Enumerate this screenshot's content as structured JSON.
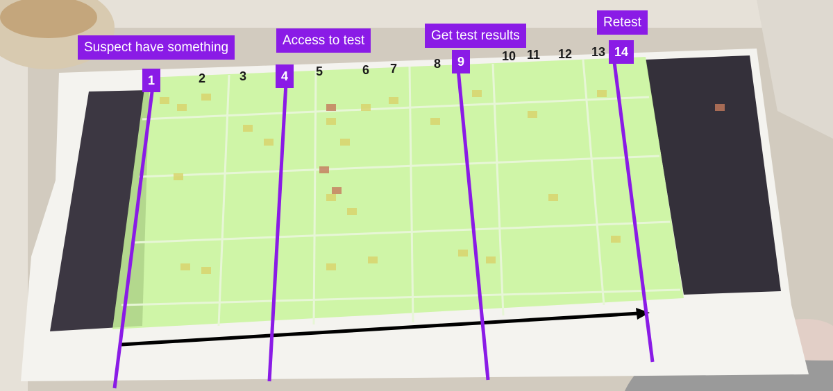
{
  "labels": {
    "suspect": "Suspect have something",
    "access": "Access to test",
    "results": "Get test results",
    "retest": "Retest"
  },
  "steps": {
    "s1": "1",
    "s2": "2",
    "s3": "3",
    "s4": "4",
    "s5": "5",
    "s6": "6",
    "s7": "7",
    "s8": "8",
    "s9": "9",
    "s10": "10",
    "s11": "11",
    "s12": "12",
    "s13": "13",
    "s14": "14"
  },
  "colors": {
    "accent": "#8a1be6",
    "highlight": "#c8f59a",
    "dark_panel": "#2a2530",
    "arrow": "#000000"
  }
}
